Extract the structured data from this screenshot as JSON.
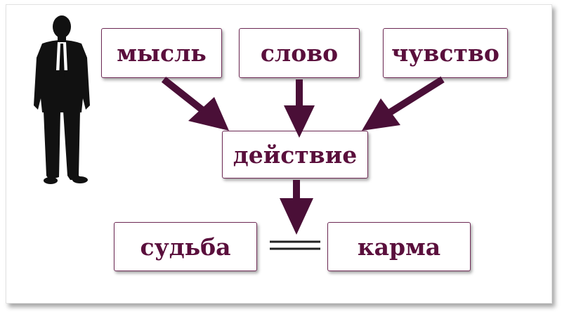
{
  "nodes": {
    "thought": "мысль",
    "word": "слово",
    "feeling": "чувство",
    "action": "действие",
    "fate": "судьба",
    "karma": "карма"
  },
  "colors": {
    "text": "#5a0f3c",
    "arrow": "#4a0f37",
    "border": "#6e2a55"
  },
  "icons": {
    "person": "man-silhouette-icon"
  }
}
